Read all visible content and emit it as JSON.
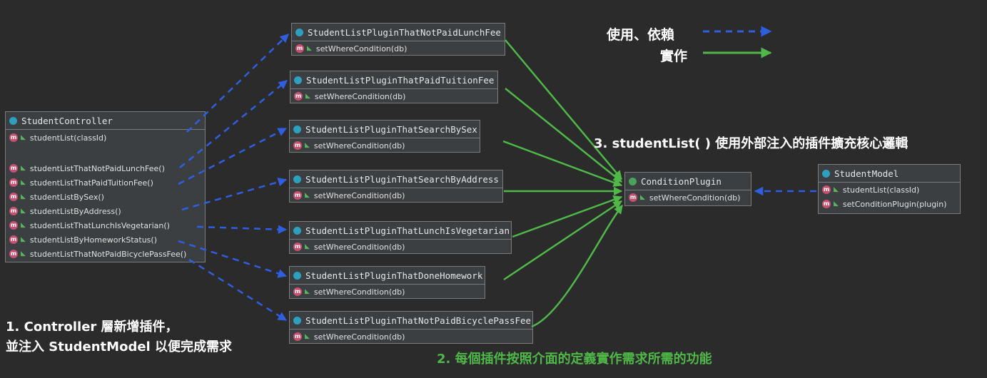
{
  "legend": {
    "use_dependency": "使用、依賴",
    "implements": "實作"
  },
  "annotations": {
    "controller_line1": "1. Controller 層新增插件，",
    "controller_line2": "並注入 StudentModel 以便完成需求",
    "plugins_note": "2. 每個插件按照介面的定義實作需求所需的功能",
    "model_note": "3. studentList( ) 使用外部注入的插件擴充核心邏輯"
  },
  "controller": {
    "name": "StudentController",
    "methods": [
      "studentList(classId)",
      "studentListThatNotPaidLunchFee()",
      "studentListThatPaidTuitionFee()",
      "studentListBySex()",
      "studentListByAddress()",
      "studentListThatLunchIsVegetarian()",
      "studentListByHomeworkStatus()",
      "studentListThatNotPaidBicyclePassFee()"
    ]
  },
  "plugins": [
    {
      "name": "StudentListPluginThatNotPaidLunchFee",
      "method": "setWhereCondition(db)"
    },
    {
      "name": "StudentListPluginThatPaidTuitionFee",
      "method": "setWhereCondition(db)"
    },
    {
      "name": "StudentListPluginThatSearchBySex",
      "method": "setWhereCondition(db)"
    },
    {
      "name": "StudentListPluginThatSearchByAddress",
      "method": "setWhereCondition(db)"
    },
    {
      "name": "StudentListPluginThatLunchIsVegetarian",
      "method": "setWhereCondition(db)"
    },
    {
      "name": "StudentListPluginThatDoneHomework",
      "method": "setWhereCondition(db)"
    },
    {
      "name": "StudentListPluginThatNotPaidBicyclePassFee",
      "method": "setWhereCondition(db)"
    }
  ],
  "interface": {
    "name": "ConditionPlugin",
    "method": "setWhereCondition(db)"
  },
  "model": {
    "name": "StudentModel",
    "methods": [
      "studentList(classId)",
      "setConditionPlugin(plugin)"
    ]
  },
  "icons": {
    "class": "class-icon",
    "interface": "interface-icon",
    "method": "method-icon",
    "method_glyph": "m",
    "public": "public-visibility-icon"
  },
  "colors": {
    "background": "#2b2b2b",
    "box": "#3c3f41",
    "dependency_arrow": "#2f5fe0",
    "implements_arrow": "#4fb848",
    "class_icon": "#2f9fbe",
    "interface_icon": "#4aa35a",
    "method_icon": "#c7506f"
  }
}
